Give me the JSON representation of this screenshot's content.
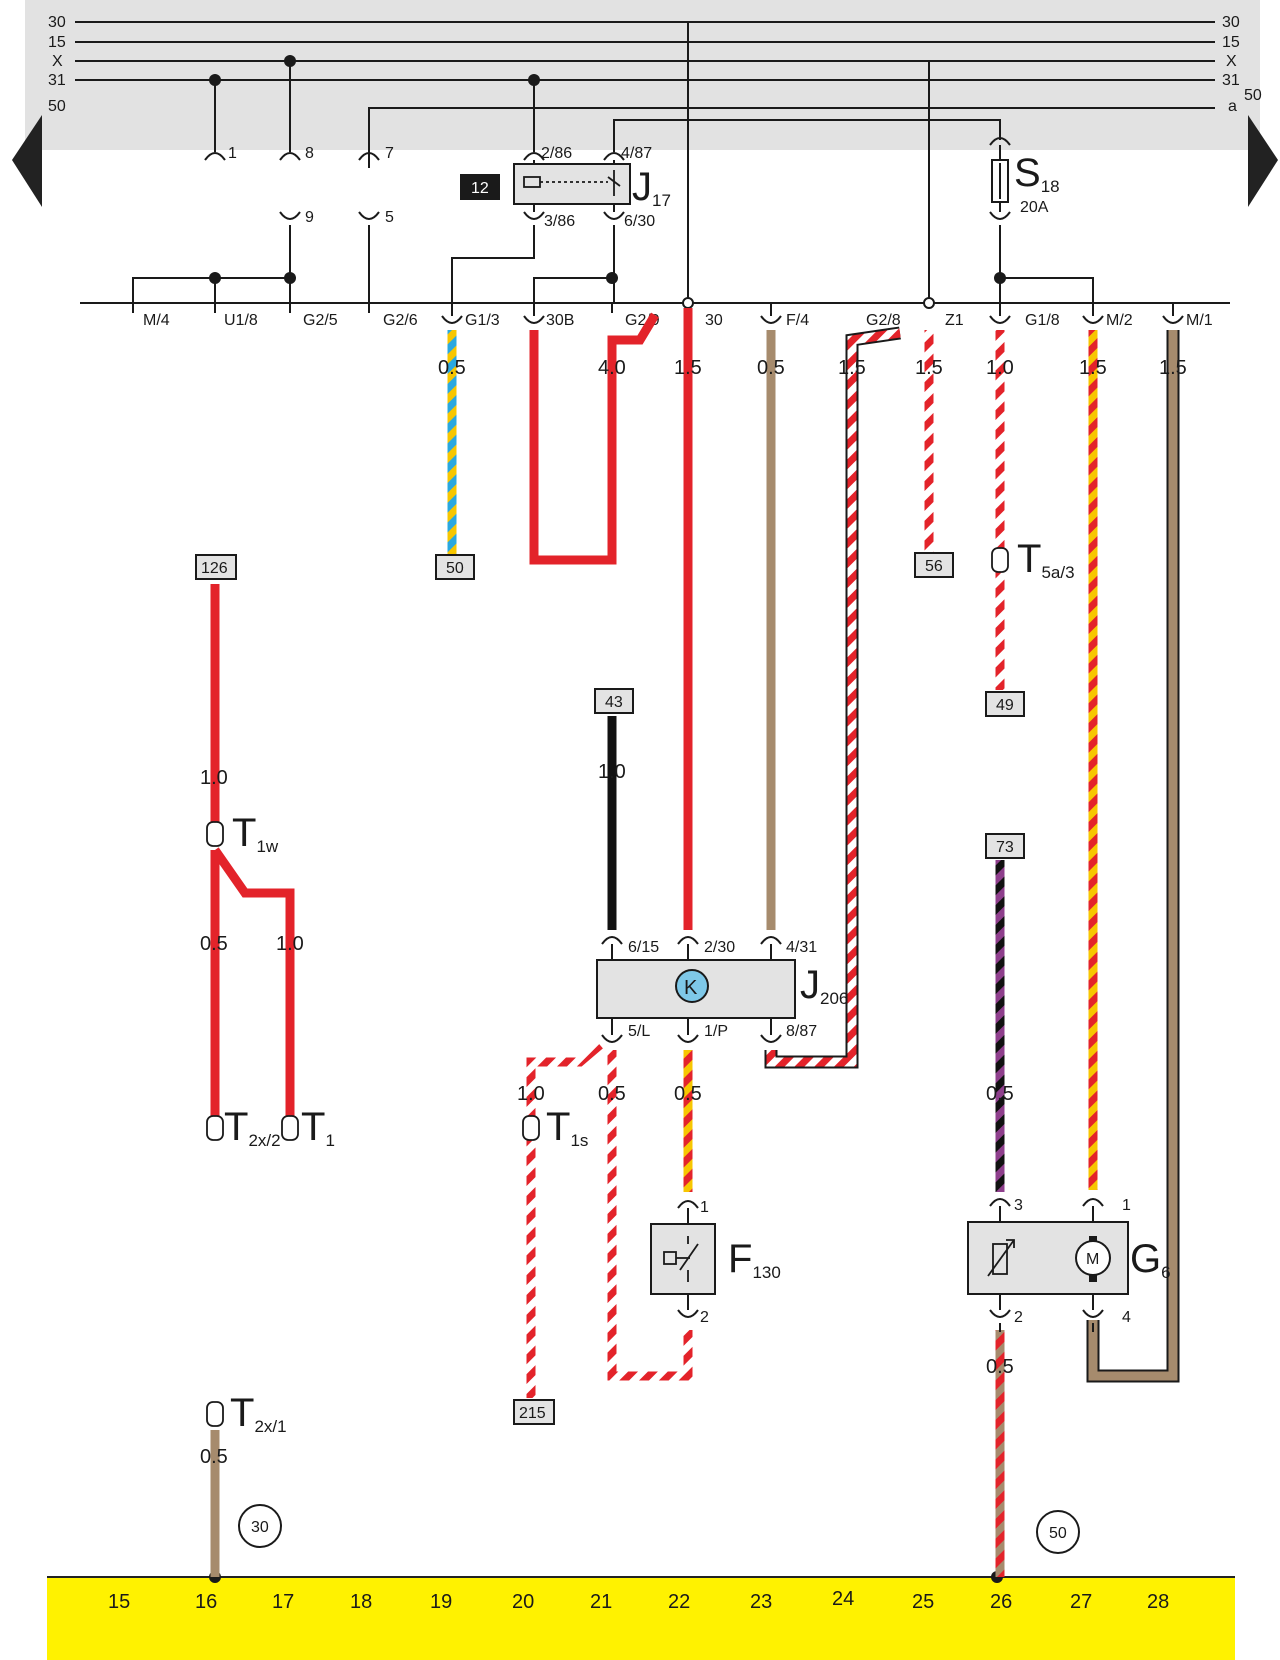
{
  "bus_labels_left": [
    "30",
    "15",
    "X",
    "31",
    "50"
  ],
  "bus_labels_right": [
    "30",
    "15",
    "X",
    "31",
    "a",
    "50"
  ],
  "top_connectors": [
    "1",
    "8",
    "7",
    "9",
    "5"
  ],
  "relay": {
    "number": "12",
    "name": "J",
    "sub": "17",
    "pins": [
      "2/86",
      "4/87",
      "3/86",
      "6/30"
    ]
  },
  "fuse": {
    "name": "S",
    "sub": "18",
    "rating": "20A"
  },
  "terminals": [
    "M/4",
    "U1/8",
    "G2/5",
    "G2/6",
    "G1/3",
    "30B",
    "G2/9",
    "30",
    "F/4",
    "G2/8",
    "Z1",
    "G1/8",
    "M/2",
    "M/1"
  ],
  "wire_sizes": {
    "top": [
      "0.5",
      "4.0",
      "1.5",
      "0.5",
      "1.5",
      "1.5",
      "1.0",
      "1.5",
      "1.5"
    ],
    "w126": "1.0",
    "w43": "1.0",
    "t1w_a": "0.5",
    "t1w_b": "1.0",
    "j206_a": "1.0",
    "j206_b": "0.5",
    "j206_c": "0.5",
    "g6_a": "0.5",
    "g6_b": "0.5",
    "t2x1": "0.5"
  },
  "ref_boxes": [
    "50",
    "56",
    "126",
    "49",
    "43",
    "73",
    "215"
  ],
  "connectors": {
    "t5a3": {
      "name": "T",
      "sub": "5a/3"
    },
    "t1w": {
      "name": "T",
      "sub": "1w"
    },
    "t2x2": {
      "name": "T",
      "sub": "2x/2"
    },
    "t1": {
      "name": "T",
      "sub": "1"
    },
    "t1s": {
      "name": "T",
      "sub": "1s"
    },
    "t2x1": {
      "name": "T",
      "sub": "2x/1"
    }
  },
  "module_j206": {
    "name": "J",
    "sub": "206",
    "symbol": "K",
    "pins_top": [
      "6/15",
      "2/30",
      "4/31"
    ],
    "pins_bottom": [
      "5/L",
      "1/P",
      "8/87"
    ]
  },
  "switch_f130": {
    "name": "F",
    "sub": "130",
    "pins": [
      "1",
      "2"
    ]
  },
  "sender_g6": {
    "name": "G",
    "sub": "6",
    "motor": "M",
    "pins": [
      "3",
      "1",
      "2",
      "4"
    ]
  },
  "circle_refs": [
    "30",
    "50"
  ],
  "bottom_numbers": [
    "15",
    "16",
    "17",
    "18",
    "19",
    "20",
    "21",
    "22",
    "23",
    "24",
    "25",
    "26",
    "27",
    "28"
  ],
  "colors": {
    "header": "#e2e2e2",
    "footer": "#fff200",
    "red": "#e3232a",
    "brown": "#a68b6d",
    "yellow": "#f7c600",
    "blue": "#2aa8e0",
    "black": "#111111",
    "violet": "#8e3f8c",
    "box": "#e3e3e3",
    "k_symbol": "#7ec8e8"
  }
}
